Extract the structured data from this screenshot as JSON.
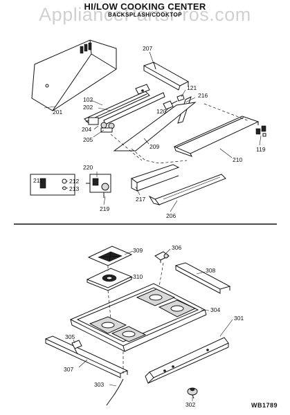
{
  "header": {
    "title": "HI/LOW COOKING CENTER",
    "subtitle": "BACKSPLASH/COOKTOP"
  },
  "watermark": "AppliancePartsPros.com",
  "drawing_code": "WB1789",
  "part_numbers": {
    "p201": "201",
    "p207": "207",
    "p102": "102",
    "p202": "202",
    "p121": "121",
    "p216": "216",
    "p120": "120",
    "p204": "204",
    "p205": "205",
    "p209": "209",
    "p210": "210",
    "p119": "119",
    "p220": "220",
    "p211": "211",
    "p212": "212",
    "p213": "213",
    "p219": "219",
    "p217": "217",
    "p206": "206",
    "p309": "309",
    "p306": "306",
    "p310": "310",
    "p308": "308",
    "p304": "304",
    "p301": "301",
    "p305": "305",
    "p307": "307",
    "p303": "303",
    "p302": "302"
  }
}
